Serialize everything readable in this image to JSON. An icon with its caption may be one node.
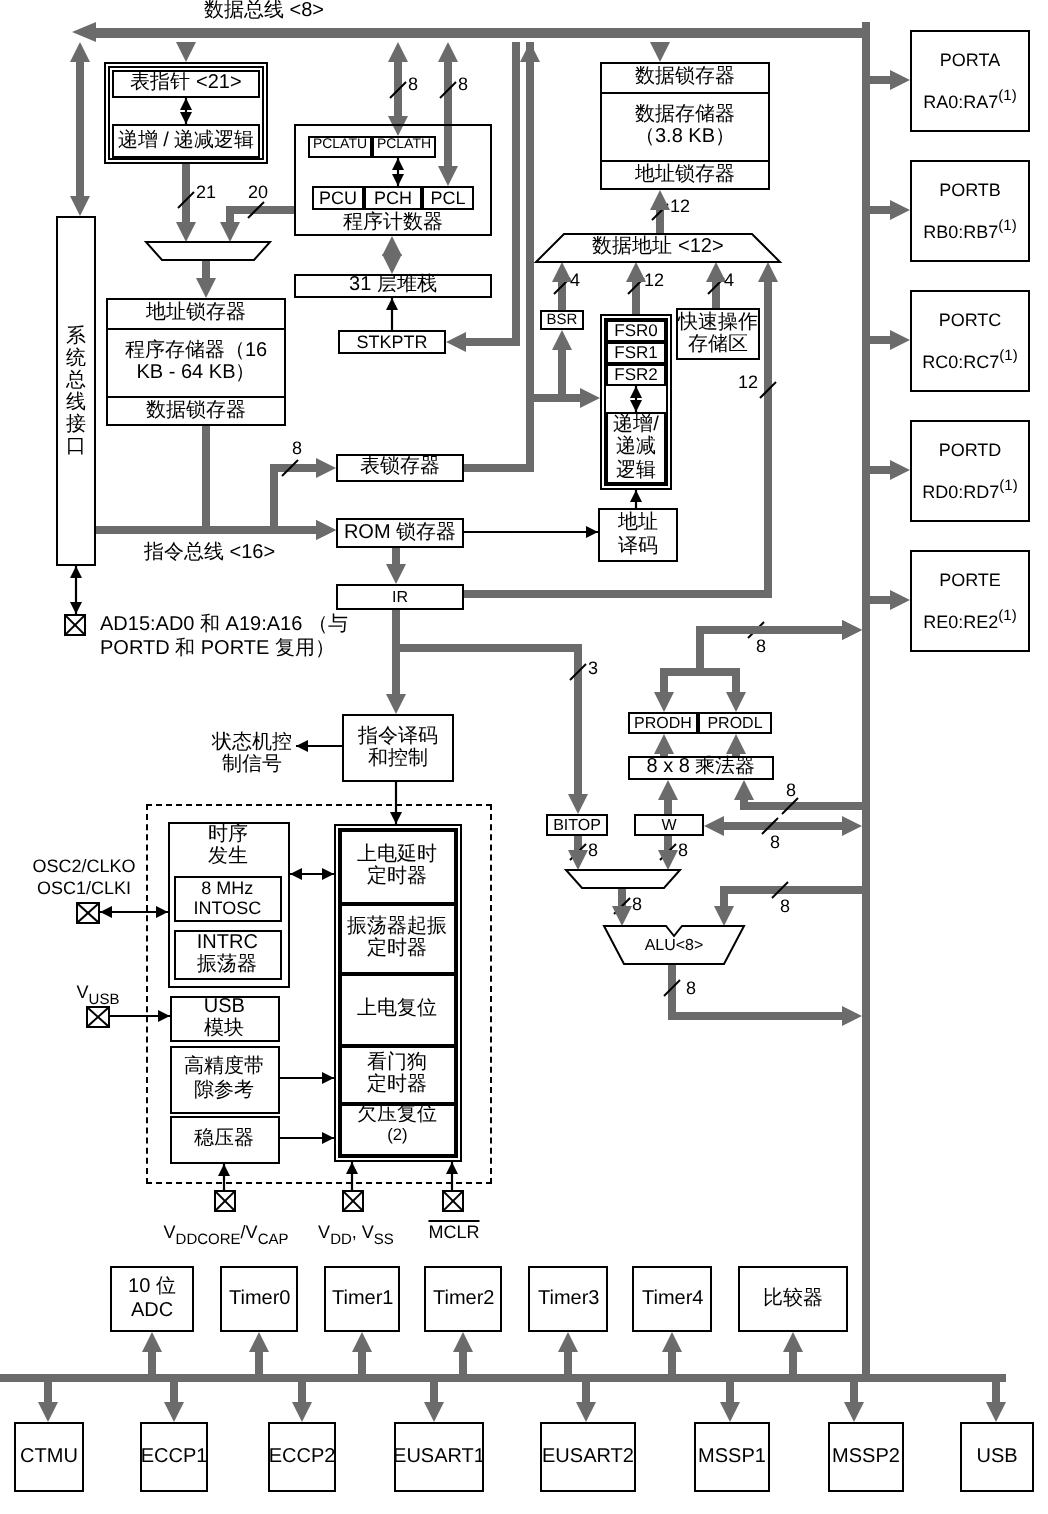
{
  "diagram": {
    "nodes": [
      {
        "text": [],
        "shape": "box"
      },
      {
        "text": [
          "表指针 <21>"
        ],
        "in": 0
      },
      {
        "text": [
          "递增 / 递减逻辑"
        ],
        "in": 0
      },
      {
        "text": [
          "程序计数器"
        ]
      },
      {
        "text": [
          "PCLATU"
        ],
        "in": 3
      },
      {
        "text": [
          "PCLATH"
        ],
        "in": 3
      },
      {
        "text": [
          "PCU"
        ],
        "in": 3
      },
      {
        "text": [
          "PCH"
        ],
        "in": 3
      },
      {
        "text": [
          "PCL"
        ],
        "in": 3
      },
      {
        "text": [
          "31 层堆栈"
        ]
      },
      {
        "text": [
          "STKPTR"
        ]
      },
      {
        "text": [],
        "shape": "trapezoid"
      },
      {
        "text": [
          "地址锁存器",
          "程序存储器（16 KB - 64 KB）",
          "数据锁存器"
        ]
      },
      {
        "text": [
          "系统总线接口"
        ]
      },
      {
        "text": [
          "表锁存器"
        ]
      },
      {
        "text": [
          "ROM 锁存器"
        ]
      },
      {
        "text": [
          "IR"
        ]
      },
      {
        "text": [
          "数据锁存器",
          "数据存储器（3.8 KB）",
          "地址锁存器"
        ]
      },
      {
        "text": [
          "数据地址 <12>"
        ]
      },
      {
        "text": [
          "BSR"
        ]
      },
      {
        "text": [],
        "shape": "box"
      },
      {
        "text": [
          "FSR0"
        ],
        "in": 20
      },
      {
        "text": [
          "FSR1"
        ],
        "in": 20
      },
      {
        "text": [
          "FSR2"
        ],
        "in": 20
      },
      {
        "text": [
          "递增/递减逻辑"
        ],
        "in": 20
      },
      {
        "text": [
          "快速操作存储区"
        ]
      },
      {
        "text": [
          "地址译码"
        ]
      },
      {
        "text": [
          "PORTA",
          "RA0:RA7$^{(1)}$"
        ]
      },
      {
        "text": [
          "PORTB",
          "RB0:RB7$^{(1)}$"
        ]
      },
      {
        "text": [
          "PORTC",
          "RC0:RC7$^{(1)}$"
        ]
      },
      {
        "text": [
          "PORTD",
          "RD0:RD7$^{(1)}$"
        ]
      },
      {
        "text": [
          "PORTE",
          "RE0:RE2$^{(1)}$"
        ]
      },
      {
        "text": [
          "指令译码和控制"
        ]
      },
      {
        "text": [
          "状态机控制信号"
        ]
      },
      {
        "text": [],
        "shape": "box"
      },
      {
        "text": [
          "时序发生"
        ],
        "in": 34
      },
      {
        "text": [
          "8 MHz INTOSC"
        ],
        "in": 35
      },
      {
        "text": [
          "INTRC 振荡器"
        ],
        "in": 35
      },
      {
        "text": [
          "USB 模块"
        ],
        "in": 34
      },
      {
        "text": [
          "高精度带隙参考"
        ],
        "in": 34
      },
      {
        "text": [
          "稳压器"
        ],
        "in": 34
      },
      {
        "text": [],
        "shape": "box",
        "in": 34
      },
      {
        "text": [
          "上电延时定时器"
        ],
        "in": 41
      },
      {
        "text": [
          "振荡器起振定时器"
        ],
        "in": 41
      },
      {
        "text": [
          "上电复位"
        ],
        "in": 41
      },
      {
        "text": [
          "看门狗定时器"
        ],
        "in": 41
      },
      {
        "text": [
          "欠压复位$^{(2)}$"
        ],
        "in": 41
      },
      {
        "text": [],
        "shape": "box",
        "beside": [
          "OSC2/CLKO",
          "OSC1/CLKI"
        ]
      },
      {
        "text": [],
        "shape": "box",
        "beside": [
          "V$_{USB}$"
        ]
      },
      {
        "text": [],
        "shape": "box",
        "beside": [
          "V$_{DDCORE}$/V$_{CAP}$"
        ]
      },
      {
        "text": [],
        "shape": "box",
        "beside": [
          "V$_{DD}$, V$_{SS}$"
        ]
      },
      {
        "text": [],
        "shape": "box",
        "beside": [
          "MCLR"
        ]
      },
      {
        "text": [],
        "shape": "box",
        "beside": [
          "AD15:AD0 和 A19:A16 （与 PORTD 和 PORTE 复用）"
        ]
      },
      {
        "text": [
          "PRODH"
        ]
      },
      {
        "text": [
          "PRODL"
        ]
      },
      {
        "text": [
          "8 x 8 乘法器"
        ]
      },
      {
        "text": [
          "BITOP"
        ]
      },
      {
        "text": [
          "W"
        ]
      },
      {
        "text": [],
        "shape": "trapezoid"
      },
      {
        "text": [
          "ALU<8>"
        ]
      },
      {
        "text": [
          "10 位 ADC"
        ]
      },
      {
        "text": [
          "Timer0"
        ]
      },
      {
        "text": [
          "Timer1"
        ]
      },
      {
        "text": [
          "Timer2"
        ]
      },
      {
        "text": [
          "Timer3"
        ]
      },
      {
        "text": [
          "Timer4"
        ]
      },
      {
        "text": [
          "比较器"
        ]
      },
      {
        "text": [
          "CTMU"
        ]
      },
      {
        "text": [
          "ECCP1"
        ]
      },
      {
        "text": [
          "ECCP2"
        ]
      },
      {
        "text": [
          "EUSART1"
        ]
      },
      {
        "text": [
          "EUSART2"
        ]
      },
      {
        "text": [
          "MSSP1"
        ]
      },
      {
        "text": [
          "MSSP2"
        ]
      },
      {
        "text": [
          "USB"
        ]
      },
      {
        "text": [],
        "shape": "bar"
      },
      {
        "text": [],
        "shape": "bar"
      },
      {
        "text": [],
        "shape": "bar"
      }
    ],
    "edges": [
      {
        "from": 75,
        "to": 0,
        "arrow": "to"
      },
      {
        "from": 0,
        "to": 11,
        "arrow": "to",
        "label": "21"
      },
      {
        "from": 3,
        "to": 11,
        "arrow": "to",
        "label": "20"
      },
      {
        "from": 11,
        "to": 12,
        "arrow": "to"
      },
      {
        "from": 75,
        "to": 5,
        "arrow": "both",
        "label": "8"
      },
      {
        "from": 75,
        "to": 8,
        "arrow": "both",
        "label": "8"
      },
      {
        "from": 5,
        "to": 7,
        "arrow": "both",
        "color": "#000000"
      },
      {
        "from": 1,
        "to": 2,
        "arrow": "both",
        "color": "#000000"
      },
      {
        "from": 3,
        "to": 9,
        "arrow": "both"
      },
      {
        "from": 10,
        "to": 9,
        "arrow": "to",
        "color": "#000000"
      },
      {
        "from": 75,
        "to": 10,
        "arrow": "to"
      },
      {
        "from": 13,
        "to": 75,
        "arrow": "both"
      },
      {
        "from": 52,
        "to": 13,
        "arrow": "both",
        "color": "#000000"
      },
      {
        "from": 13,
        "to": 15,
        "arrow": "to"
      },
      {
        "from": 12,
        "to": 15,
        "arrow": "to"
      },
      {
        "from": 12,
        "to": 14,
        "arrow": "to",
        "label": "8"
      },
      {
        "from": 14,
        "to": 75,
        "arrow": "to"
      },
      {
        "from": 15,
        "to": 26,
        "arrow": "to",
        "color": "#000000"
      },
      {
        "from": 15,
        "to": 16,
        "arrow": "to"
      },
      {
        "from": 16,
        "to": 32,
        "arrow": "to"
      },
      {
        "from": 16,
        "to": 18,
        "arrow": "to",
        "label": "12"
      },
      {
        "from": 16,
        "to": 56,
        "arrow": "to",
        "label": "3"
      },
      {
        "from": 26,
        "to": 20,
        "arrow": "to",
        "color": "#000000"
      },
      {
        "from": 23,
        "to": 24,
        "arrow": "both",
        "color": "#000000"
      },
      {
        "from": 19,
        "to": 18,
        "arrow": "to",
        "label": "4"
      },
      {
        "from": 20,
        "to": 18,
        "arrow": "to",
        "label": "12"
      },
      {
        "from": 25,
        "to": 18,
        "arrow": "to",
        "label": "4"
      },
      {
        "from": 18,
        "to": 17,
        "arrow": "to",
        "label": "12"
      },
      {
        "from": 75,
        "to": 17,
        "arrow": "to"
      },
      {
        "from": 75,
        "to": 19,
        "arrow": "to"
      },
      {
        "from": 75,
        "to": 20,
        "arrow": "to"
      },
      {
        "from": 76,
        "to": 27,
        "arrow": "to"
      },
      {
        "from": 76,
        "to": 28,
        "arrow": "to"
      },
      {
        "from": 76,
        "to": 29,
        "arrow": "to"
      },
      {
        "from": 76,
        "to": 30,
        "arrow": "to"
      },
      {
        "from": 76,
        "to": 31,
        "arrow": "to"
      },
      {
        "from": 32,
        "to": 33,
        "arrow": "to",
        "color": "#000000"
      },
      {
        "from": 32,
        "to": 41,
        "arrow": "to",
        "color": "#000000"
      },
      {
        "from": 35,
        "to": 41,
        "arrow": "both",
        "color": "#000000"
      },
      {
        "from": 47,
        "to": 35,
        "arrow": "both",
        "color": "#000000"
      },
      {
        "from": 48,
        "to": 38,
        "arrow": "to",
        "color": "#000000"
      },
      {
        "from": 39,
        "to": 41,
        "arrow": "to",
        "color": "#000000"
      },
      {
        "from": 40,
        "to": 41,
        "arrow": "to",
        "color": "#000000"
      },
      {
        "from": 49,
        "to": 40,
        "arrow": "to",
        "color": "#000000"
      },
      {
        "from": 50,
        "to": 41,
        "arrow": "to",
        "color": "#000000"
      },
      {
        "from": 51,
        "to": 41,
        "arrow": "to",
        "color": "#000000"
      },
      {
        "from": 76,
        "to": 53,
        "arrow": "both",
        "label": "8"
      },
      {
        "from": 76,
        "to": 54,
        "arrow": "both"
      },
      {
        "from": 55,
        "to": 53,
        "arrow": "to"
      },
      {
        "from": 55,
        "to": 54,
        "arrow": "to"
      },
      {
        "from": 57,
        "to": 55,
        "arrow": "to"
      },
      {
        "from": 76,
        "to": 55,
        "arrow": "to",
        "label": "8"
      },
      {
        "from": 76,
        "to": 57,
        "arrow": "both",
        "label": "8"
      },
      {
        "from": 56,
        "to": 58,
        "arrow": "to",
        "label": "8"
      },
      {
        "from": 57,
        "to": 58,
        "arrow": "to",
        "label": "8"
      },
      {
        "from": 58,
        "to": 59,
        "arrow": "to",
        "label": "8"
      },
      {
        "from": 76,
        "to": 59,
        "arrow": "to",
        "label": "8"
      },
      {
        "from": 59,
        "to": 76,
        "arrow": "to",
        "label": "8"
      },
      {
        "from": 77,
        "to": 60,
        "arrow": "to"
      },
      {
        "from": 77,
        "to": 61,
        "arrow": "to"
      },
      {
        "from": 77,
        "to": 62,
        "arrow": "to"
      },
      {
        "from": 77,
        "to": 63,
        "arrow": "to"
      },
      {
        "from": 77,
        "to": 64,
        "arrow": "to"
      },
      {
        "from": 77,
        "to": 65,
        "arrow": "to"
      },
      {
        "from": 77,
        "to": 66,
        "arrow": "to"
      },
      {
        "from": 77,
        "to": 67,
        "arrow": "to"
      },
      {
        "from": 77,
        "to": 68,
        "arrow": "to"
      },
      {
        "from": 77,
        "to": 69,
        "arrow": "to"
      },
      {
        "from": 77,
        "to": 70,
        "arrow": "to"
      },
      {
        "from": 77,
        "to": 71,
        "arrow": "to"
      },
      {
        "from": 77,
        "to": 72,
        "arrow": "to"
      },
      {
        "from": 77,
        "to": 73,
        "arrow": "to"
      },
      {
        "from": 77,
        "to": 74,
        "arrow": "to"
      }
    ],
    "labels": [
      "数据总线 <8>",
      "指令总线 <16>"
    ]
  }
}
